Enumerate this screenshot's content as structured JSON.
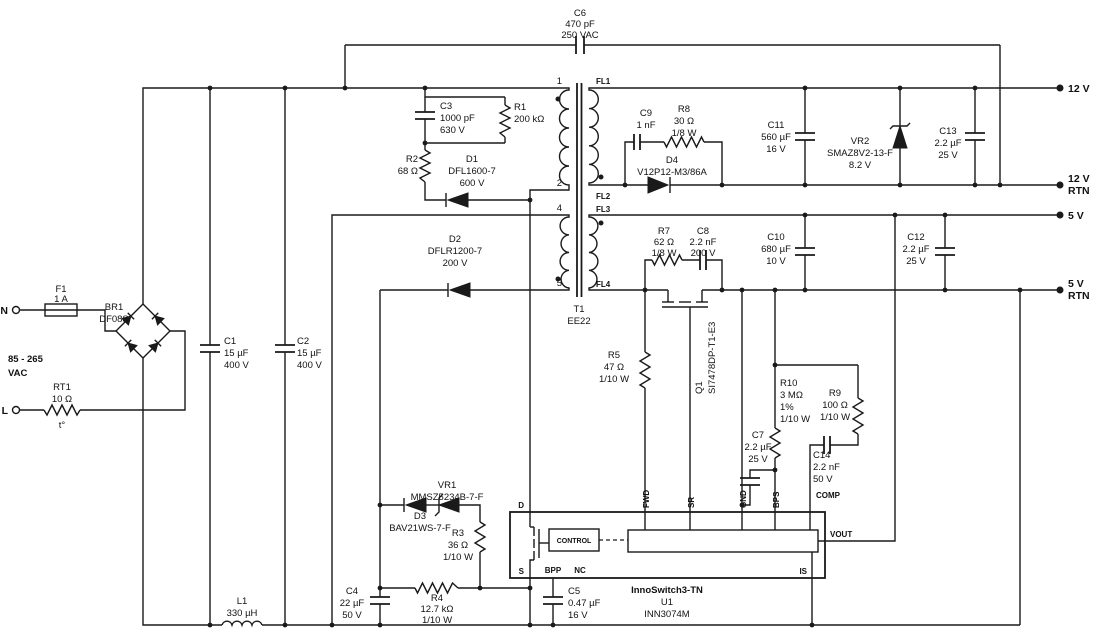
{
  "components": {
    "C6": [
      "C6",
      "470 pF",
      "250 VAC"
    ],
    "C3": [
      "C3",
      "1000 pF",
      "630 V"
    ],
    "R1": [
      "R1",
      "200 kΩ"
    ],
    "R2": [
      "R2",
      "68 Ω"
    ],
    "D1": [
      "D1",
      "DFL1600-7",
      "600 V"
    ],
    "D2": [
      "D2",
      "DFLR1200-7",
      "200 V"
    ],
    "C9": [
      "C9",
      "1 nF"
    ],
    "R8": [
      "R8",
      "30 Ω",
      "1/8 W"
    ],
    "D4": [
      "D4",
      "V12P12-M3/86A"
    ],
    "C11": [
      "C11",
      "560 µF",
      "16 V"
    ],
    "VR2": [
      "VR2",
      "SMAZ8V2-13-F",
      "8.2 V"
    ],
    "C13": [
      "C13",
      "2.2 µF",
      "25 V"
    ],
    "R7": [
      "R7",
      "62 Ω",
      "1/8 W"
    ],
    "C8": [
      "C8",
      "2.2 nF",
      "200 V"
    ],
    "C10": [
      "C10",
      "680 µF",
      "10 V"
    ],
    "C12": [
      "C12",
      "2.2 µF",
      "25 V"
    ],
    "BR1": [
      "BR1",
      "DF08S"
    ],
    "F1": [
      "F1",
      "1 A"
    ],
    "RT1": [
      "RT1",
      "10 Ω",
      "t°"
    ],
    "C1": [
      "C1",
      "15 µF",
      "400 V"
    ],
    "C2": [
      "C2",
      "15 µF",
      "400 V"
    ],
    "L1": [
      "L1",
      "330 µH"
    ],
    "R5": [
      "R5",
      "47 Ω",
      "1/10 W"
    ],
    "Q1": [
      "Q1",
      "SI7478DP-T1-E3"
    ],
    "R10": [
      "R10",
      "3 MΩ",
      "1%",
      "1/10 W"
    ],
    "C7": [
      "C7",
      "2.2 µF",
      "25 V"
    ],
    "R9": [
      "R9",
      "100 Ω",
      "1/10 W"
    ],
    "C14": [
      "C14",
      "2.2 nF",
      "50 V"
    ],
    "VR1": [
      "VR1",
      "MMSZ5234B-7-F"
    ],
    "D3": [
      "D3",
      "BAV21WS-7-F"
    ],
    "R3": [
      "R3",
      "36 Ω",
      "1/10 W"
    ],
    "R4": [
      "R4",
      "12.7 kΩ",
      "1/10 W"
    ],
    "C4": [
      "C4",
      "22 µF",
      "50 V"
    ],
    "C5": [
      "C5",
      "0.47 µF",
      "16 V"
    ]
  },
  "transformer": {
    "ref": "T1",
    "core": "EE22",
    "p1": "1",
    "p2": "2",
    "p4": "4",
    "p5": "5",
    "fl1": "FL1",
    "fl2": "FL2",
    "fl3": "FL3",
    "fl4": "FL4"
  },
  "ic": {
    "name": "InnoSwitch3-TN",
    "ref": "U1",
    "part": "INN3074M",
    "control": "CONTROL",
    "pin_d": "D",
    "pin_s": "S",
    "pin_bpp": "BPP",
    "pin_nc": "NC",
    "pin_fwd": "FWD",
    "pin_sr": "SR",
    "pin_gnd": "GND",
    "pin_bps": "BPS",
    "pin_comp": "COMP",
    "pin_vout": "VOUT",
    "pin_is": "IS"
  },
  "terminals": {
    "n": "N",
    "l": "L",
    "vac_range": "85 - 265",
    "vac": "VAC",
    "v12": "12 V",
    "v5": "5 V",
    "rtn": "RTN"
  }
}
